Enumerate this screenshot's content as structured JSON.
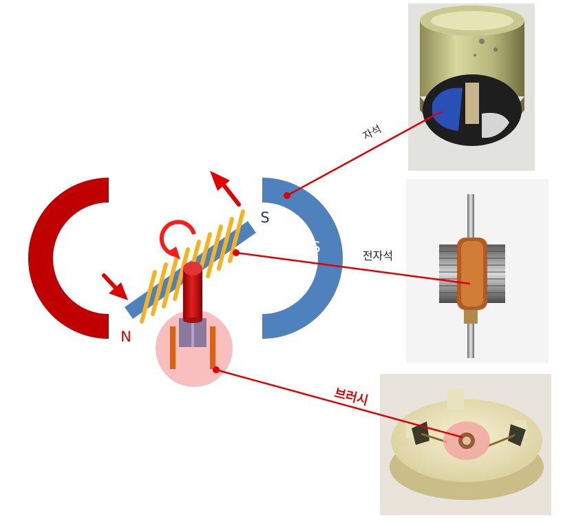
{
  "diagram": {
    "left_magnet_pole": "N",
    "right_magnet_pole": "S",
    "rotor_top_pole": "S",
    "rotor_bottom_pole": "N"
  },
  "callouts": {
    "magnet": "자석",
    "electromagnet": "전자석",
    "brush": "브러시"
  },
  "colors": {
    "north_red": "#c00000",
    "south_blue": "#4f81bd",
    "coil_yellow": "#f5b41f",
    "leader_red": "#e00000",
    "highlight_pink": "#f7a8a8"
  },
  "photos": {
    "top": "motor-housing-photo",
    "middle": "armature-photo",
    "bottom": "brush-plate-photo"
  }
}
